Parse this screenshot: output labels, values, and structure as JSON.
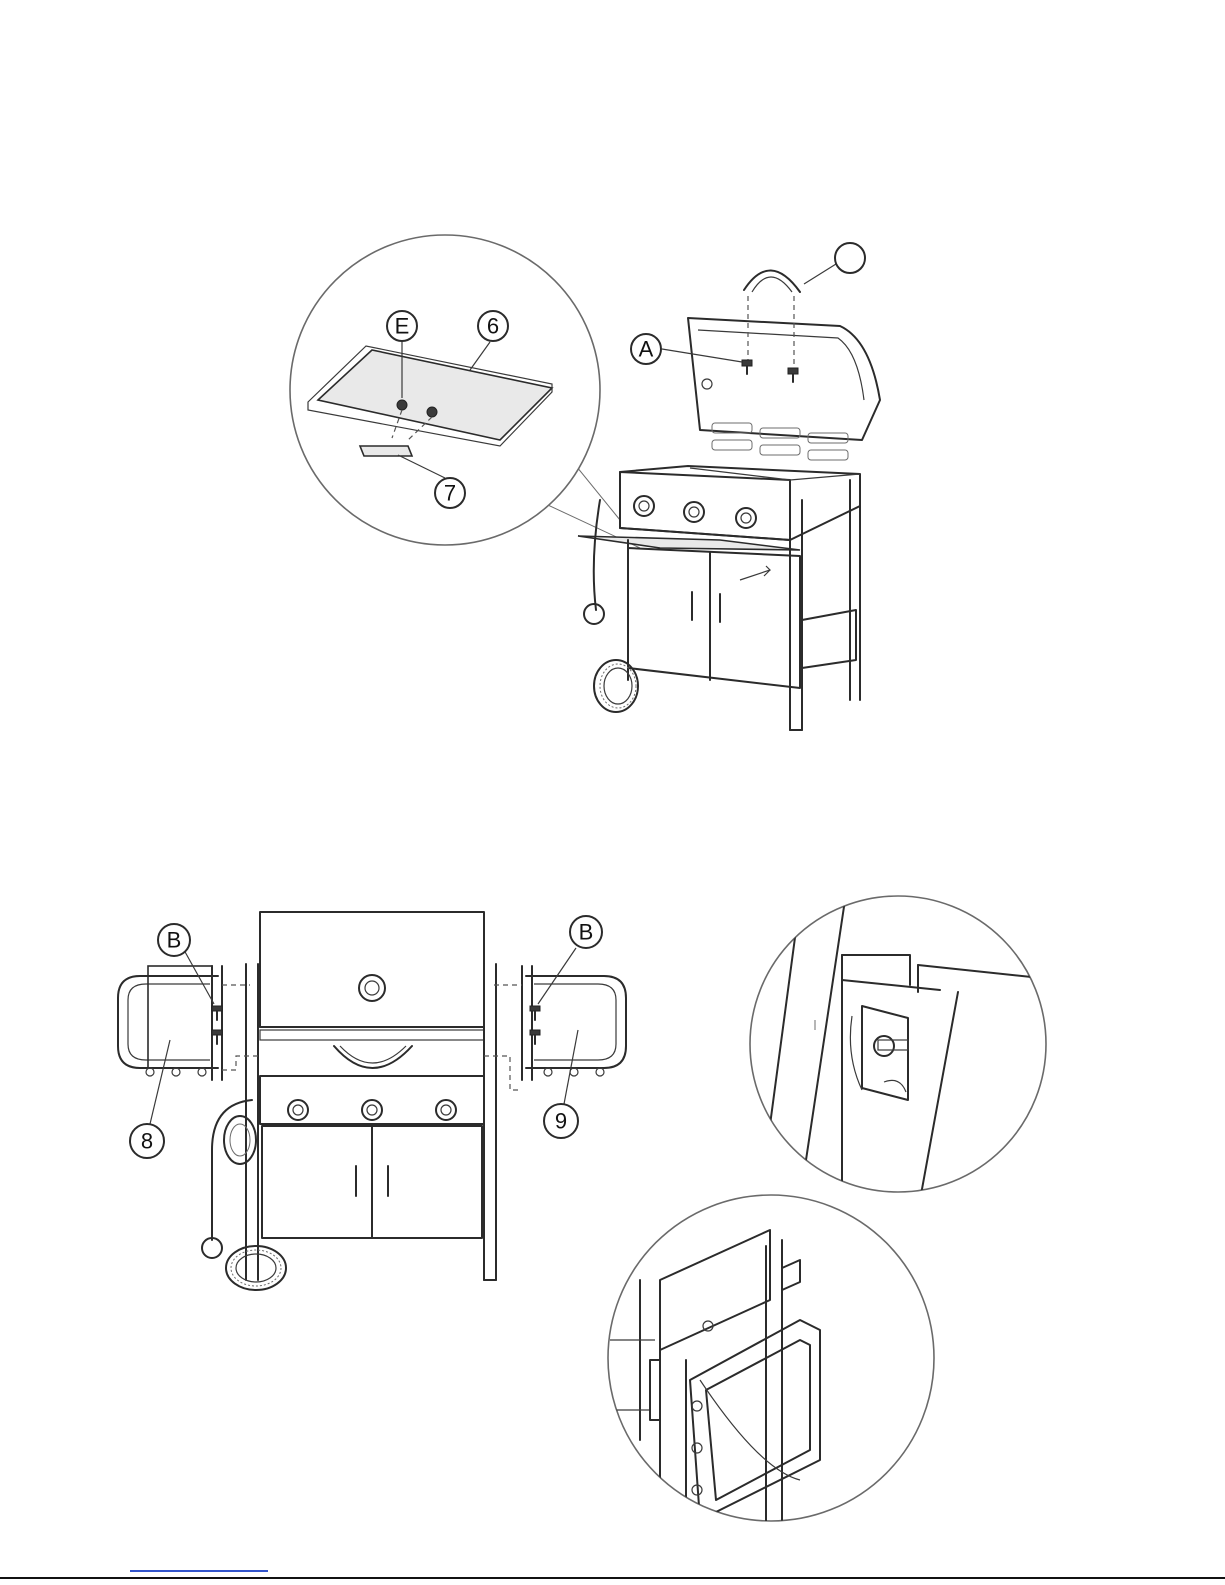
{
  "figure_top": {
    "labels": {
      "unlabeled_handle": "",
      "screw": "A",
      "zoom_screw": "E",
      "shelf": "6",
      "shelf_hook": "7"
    }
  },
  "figure_bottom": {
    "labels": {
      "screw_left": "B",
      "screw_right": "B",
      "left_side_shelf": "8",
      "right_side_shelf": "9"
    }
  }
}
